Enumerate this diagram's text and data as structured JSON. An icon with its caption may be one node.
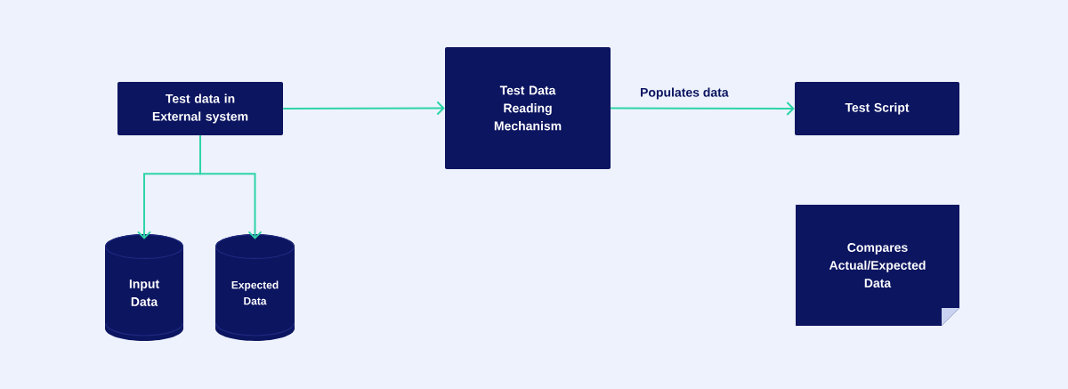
{
  "diagram": {
    "nodes": [
      {
        "text": [
          "Test data in External system"
        ]
      },
      {
        "text": [
          "Test Data Reading Mechanism"
        ]
      },
      {
        "text": [
          "Test Script"
        ]
      },
      {
        "text": [
          "Input Data"
        ]
      },
      {
        "text": [
          "Expected Data"
        ]
      },
      {
        "text": [
          "Compares Actual/Expected Data"
        ]
      }
    ],
    "edges": [
      {
        "from": 0,
        "to": 1,
        "arrow": "to"
      },
      {
        "from": 1,
        "to": 2,
        "arrow": "to",
        "label": "Populates data"
      },
      {
        "from": 0,
        "to": 3,
        "arrow": "to"
      },
      {
        "from": 0,
        "to": 4,
        "arrow": "to"
      }
    ]
  }
}
